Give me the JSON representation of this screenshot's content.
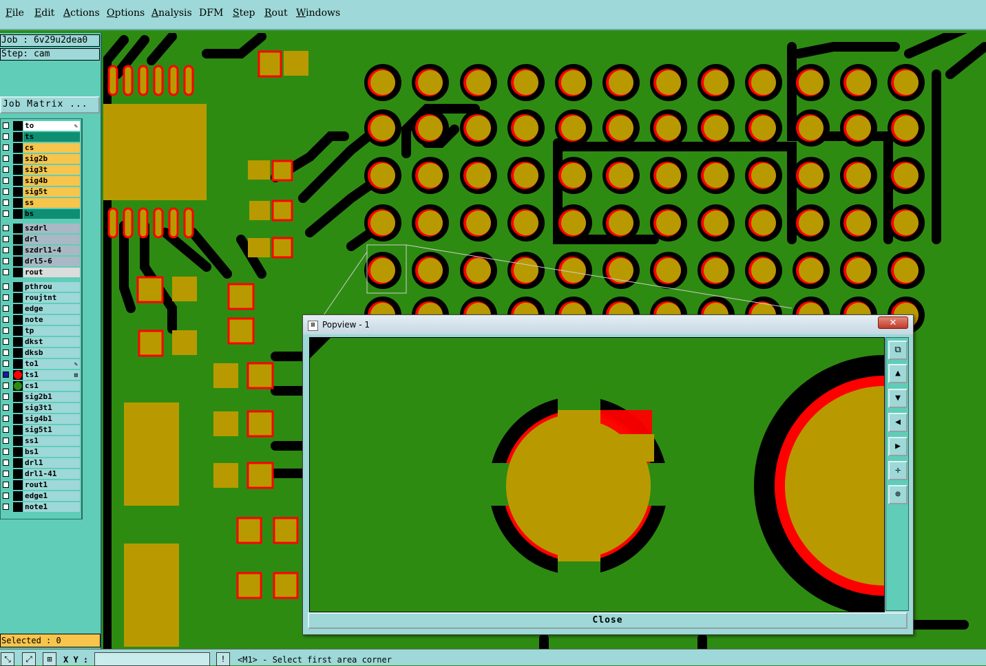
{
  "menu": [
    {
      "label": "File",
      "ul": "F",
      "rest": "ile"
    },
    {
      "label": "Edit",
      "ul": "E",
      "rest": "dit"
    },
    {
      "label": "Actions",
      "ul": "A",
      "rest": "ctions"
    },
    {
      "label": "Options",
      "ul": "O",
      "rest": "ptions"
    },
    {
      "label": "Analysis",
      "ul": "A",
      "rest": "nalysis"
    },
    {
      "label": "DFM",
      "ul": "",
      "rest": "DFM"
    },
    {
      "label": "Step",
      "ul": "S",
      "rest": "tep"
    },
    {
      "label": "Rout",
      "ul": "R",
      "rest": "out"
    },
    {
      "label": "Windows",
      "ul": "W",
      "rest": "indows"
    }
  ],
  "job": {
    "label": "Job : 6v29u2dea0",
    "step": "Step: cam",
    "matrix_button": "Job Matrix ..."
  },
  "layers": [
    {
      "name": "to",
      "color": "#ffffff",
      "mark": "✎"
    },
    {
      "name": "ts",
      "color": "#0e8f72"
    },
    {
      "name": "cs",
      "color": "#f7c44c"
    },
    {
      "name": "sig2b",
      "color": "#f7c44c"
    },
    {
      "name": "sig3t",
      "color": "#f7c44c"
    },
    {
      "name": "sig4b",
      "color": "#f7c44c"
    },
    {
      "name": "sig5t",
      "color": "#f7c44c"
    },
    {
      "name": "ss",
      "color": "#f7c44c"
    },
    {
      "name": "bs",
      "color": "#0e8f72"
    },
    {
      "name": "szdrl",
      "color": "#a9b8c4",
      "gap": true
    },
    {
      "name": "drl",
      "color": "#a9b8c4"
    },
    {
      "name": "szdrl1-4",
      "color": "#a9b8c4"
    },
    {
      "name": "drl5-6",
      "color": "#a9b8c4"
    },
    {
      "name": "rout",
      "color": "#dcdcdc"
    },
    {
      "name": "pthrou",
      "color": "#9ed8d8",
      "gap": true
    },
    {
      "name": "roujtnt",
      "color": "#9ed8d8"
    },
    {
      "name": "edge",
      "color": "#9ed8d8"
    },
    {
      "name": "note",
      "color": "#9ed8d8"
    },
    {
      "name": "tp",
      "color": "#9ed8d8"
    },
    {
      "name": "dkst",
      "color": "#9ed8d8"
    },
    {
      "name": "dksb",
      "color": "#9ed8d8"
    },
    {
      "name": "to1",
      "color": "#9ed8d8",
      "mark": "✎"
    },
    {
      "name": "ts1",
      "color": "#9ed8d8",
      "dot": "#ff0000",
      "checked": true,
      "mark": "⊞"
    },
    {
      "name": "cs1",
      "color": "#9ed8d8",
      "dot": "#2e8b12"
    },
    {
      "name": "sig2b1",
      "color": "#9ed8d8"
    },
    {
      "name": "sig3t1",
      "color": "#9ed8d8"
    },
    {
      "name": "sig4b1",
      "color": "#9ed8d8"
    },
    {
      "name": "sig5t1",
      "color": "#9ed8d8"
    },
    {
      "name": "ss1",
      "color": "#9ed8d8"
    },
    {
      "name": "bs1",
      "color": "#9ed8d8"
    },
    {
      "name": "drl1",
      "color": "#9ed8d8"
    },
    {
      "name": "drl1-41",
      "color": "#9ed8d8"
    },
    {
      "name": "rout1",
      "color": "#9ed8d8"
    },
    {
      "name": "edge1",
      "color": "#9ed8d8"
    },
    {
      "name": "note1",
      "color": "#9ed8d8"
    }
  ],
  "selected": "Selected : 0",
  "statusbar": {
    "xy_label": "X Y :",
    "xy_value": "",
    "prompt": "<M1> - Select first area corner"
  },
  "popup": {
    "title": "Popview - 1",
    "close_x": "✕",
    "close_button": "Close"
  },
  "colors": {
    "board": "#2e8b12",
    "pad": "#b89a00",
    "outline": "#ff0000",
    "clearance": "#000000",
    "panel": "#5fcdb8",
    "menu": "#9ed8d8"
  }
}
